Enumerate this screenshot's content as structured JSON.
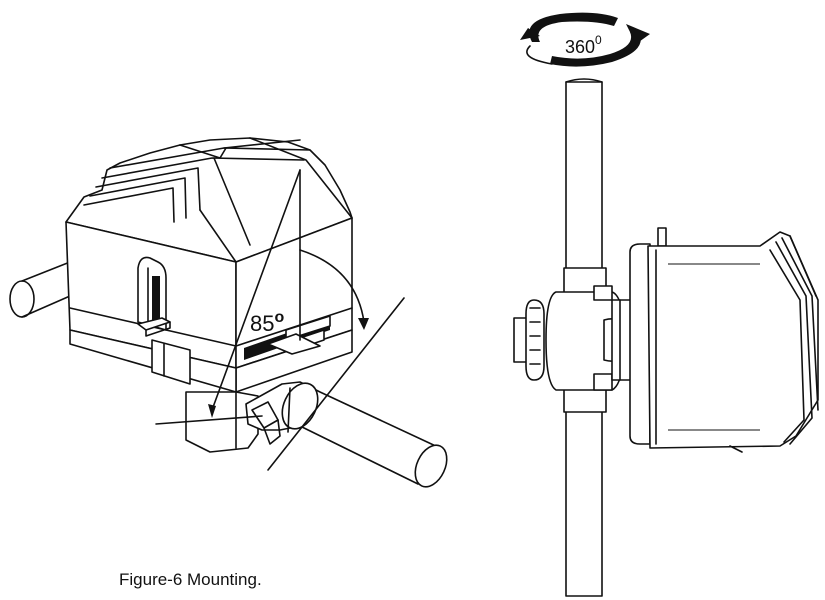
{
  "figure": {
    "caption": "Figure-6  Mounting.",
    "tilt_angle_label": "85",
    "tilt_angle_sup": "o",
    "rotation_label": "360",
    "rotation_sup": "0"
  },
  "colors": {
    "ink": "#111111",
    "background": "#ffffff"
  }
}
